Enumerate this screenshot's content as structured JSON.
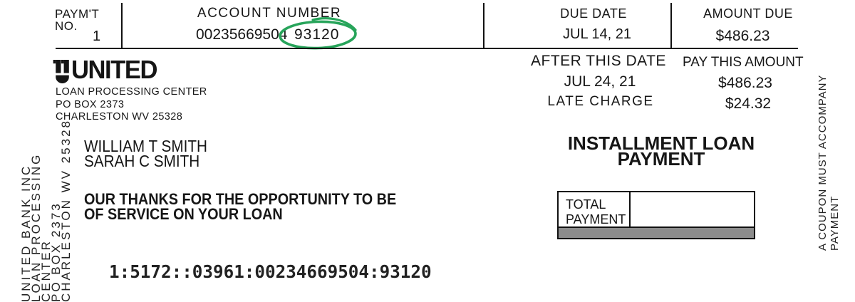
{
  "header": {
    "paymt_label1": "PAYM'T",
    "paymt_label2": "NO.",
    "paymt_value": "1",
    "account_number_label": "ACCOUNT NUMBER",
    "account_number_value": "00235669504",
    "account_suffix_circled": "93120",
    "due_date_label": "DUE DATE",
    "due_date_value": "JUL 14, 21",
    "amount_due_label": "AMOUNT DUE",
    "amount_due_value": "$486.23"
  },
  "after": {
    "after_date_label": "AFTER THIS DATE",
    "after_date_value": "JUL 24, 21",
    "pay_this_amount_label": "PAY THIS AMOUNT",
    "pay_this_amount_value": "$486.23",
    "late_charge_label": "LATE CHARGE",
    "late_charge_value": "$24.32"
  },
  "payee": {
    "logo_text": "UNITED",
    "address_line1": "LOAN PROCESSING CENTER",
    "address_line2": "PO BOX 2373",
    "address_line3": "CHARLESTON WV 25328"
  },
  "borrowers": [
    "WILLIAM T SMITH",
    "SARAH C SMITH"
  ],
  "message": {
    "line1": "OUR THANKS FOR THE OPPORTUNITY TO BE",
    "line2": "OF SERVICE ON YOUR LOAN"
  },
  "payment_type": {
    "line1": "INSTALLMENT LOAN",
    "line2": "PAYMENT"
  },
  "total_box": {
    "label_line1": "TOTAL",
    "label_line2": "PAYMENT",
    "value": ""
  },
  "micr_line": "1:5172::03961:00234669504:93120",
  "margins": {
    "left": [
      "UNITED BANK INC",
      "LOAN PROCESSING CENTER",
      "PO BOX 2373",
      "CHARLESTON WV 25328"
    ],
    "right": "A COUPON MUST ACCOMPANY PAYMENT"
  },
  "colors": {
    "ink": "#161616",
    "circle_green": "#27a45a",
    "gray_bar": "#8c8c8c"
  }
}
